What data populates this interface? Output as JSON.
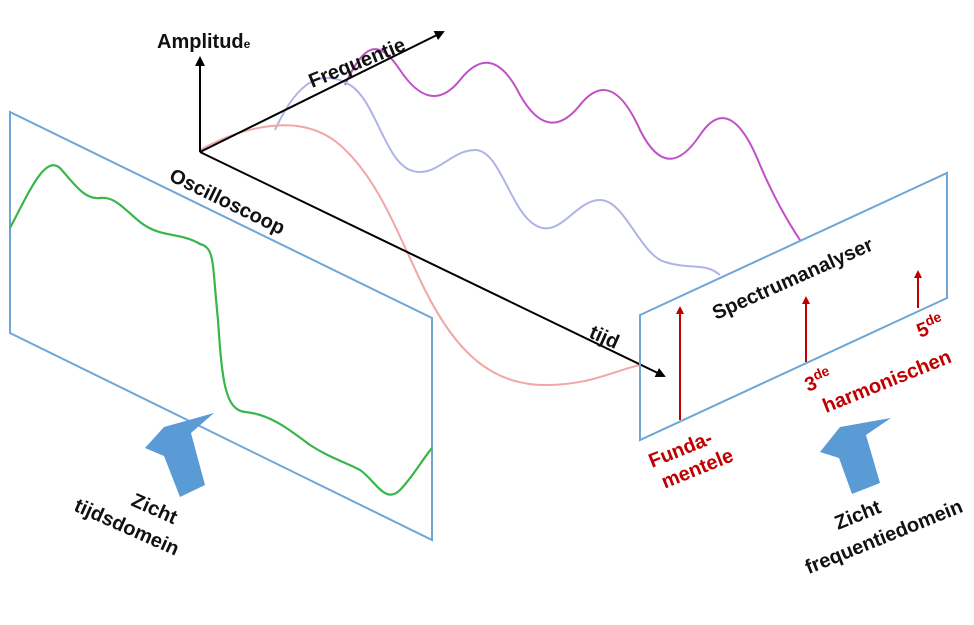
{
  "labels": {
    "amplitude_main": "Amplitud",
    "amplitude_tail": "e",
    "frequency": "Frequentie",
    "time": "tijd",
    "oscilloscope": "Oscilloscoop",
    "spectrum_analyser": "Spectrumanalyser",
    "fundamental_line1": "Funda-",
    "fundamental_line2": "mentele",
    "third_number": "3",
    "third_sup": "de",
    "fifth_number": "5",
    "fifth_sup": "de",
    "harmonics": "harmonischen",
    "view_time_line1": "Zicht",
    "view_time_line2": "tijdsdomein",
    "view_freq_line1": "Zicht",
    "view_freq_line2": "frequentiedomein"
  },
  "colors": {
    "panel_border": "#6fa6d6",
    "green_wave": "#39b54a",
    "red_wave": "#f2a6a6",
    "blue_wave": "#aeb4e8",
    "magenta_wave": "#c050c8",
    "harmonic_red": "#c00000",
    "view_arrow": "#5b9bd5",
    "axis": "#000000"
  }
}
